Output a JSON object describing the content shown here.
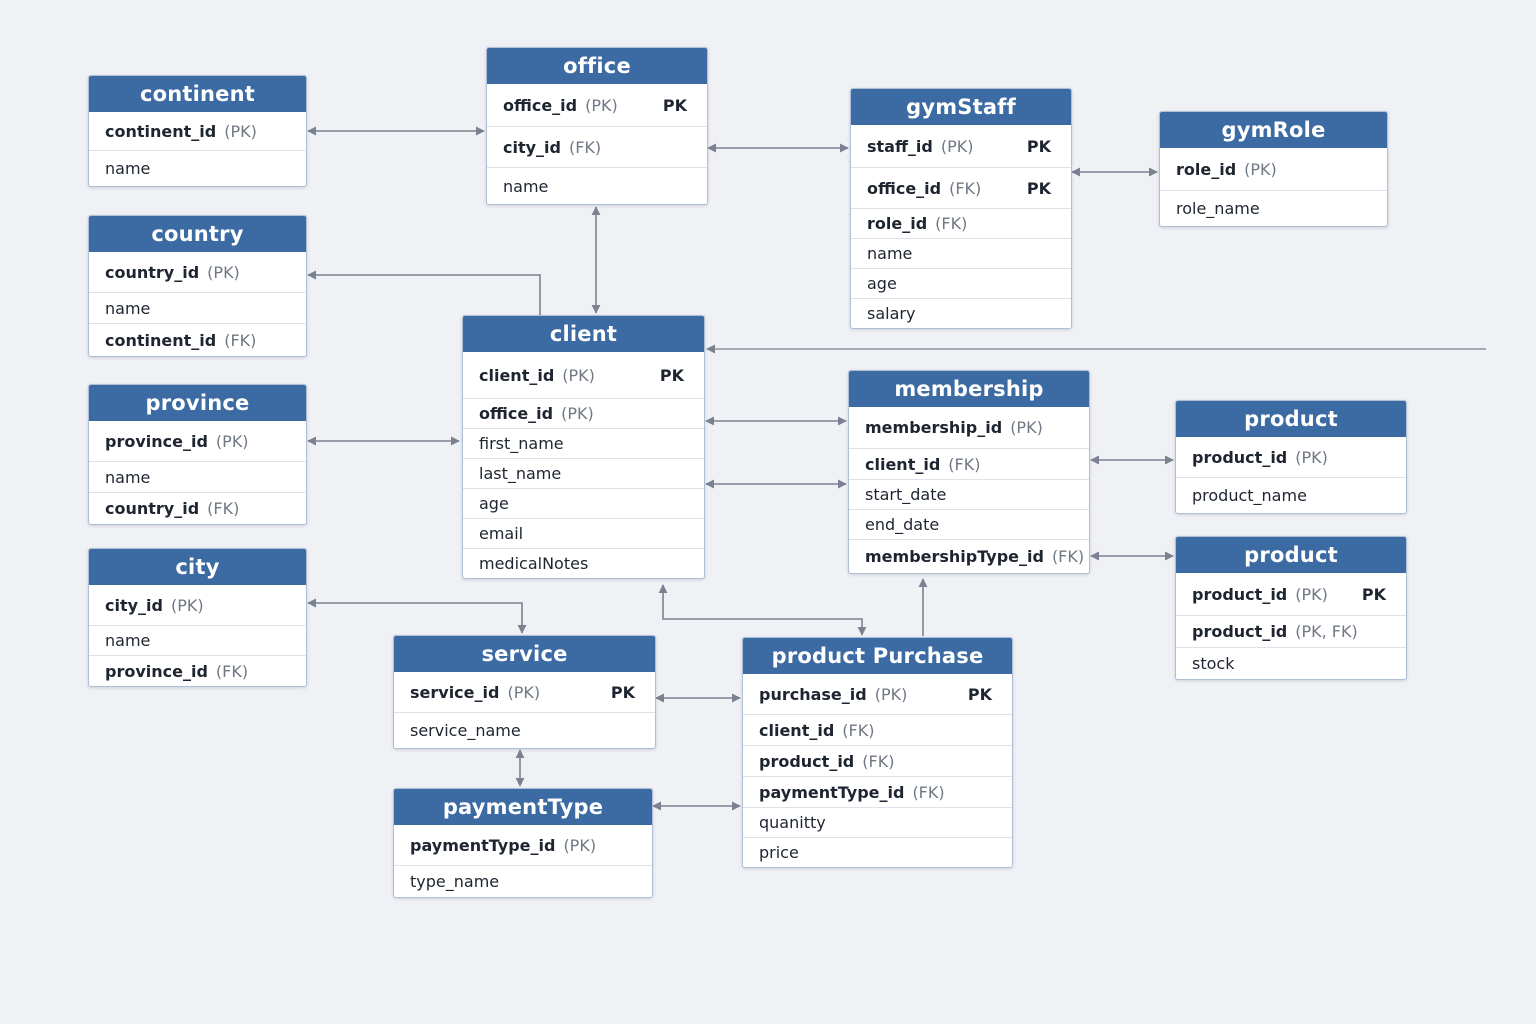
{
  "colors": {
    "background": "#f0f1f5",
    "header": "#3c6aa3",
    "header_text": "#ffffff",
    "connector": "#7b8190"
  },
  "entities": [
    {
      "id": "continent",
      "title": "continent",
      "fields": [
        {
          "name": "continent_id",
          "tag": "(PK)",
          "key": "",
          "bold": true
        },
        {
          "name": "name",
          "tag": "",
          "key": "",
          "bold": false
        }
      ]
    },
    {
      "id": "office",
      "title": "office",
      "fields": [
        {
          "name": "office_id",
          "tag": "(PK)",
          "key": "PK",
          "bold": true
        },
        {
          "name": "city_id",
          "tag": "(FK)",
          "key": "",
          "bold": true
        },
        {
          "name": "name",
          "tag": "",
          "key": "",
          "bold": false
        }
      ]
    },
    {
      "id": "gymstaff",
      "title": "gymStaff",
      "fields": [
        {
          "name": "staff_id",
          "tag": "(PK)",
          "key": "PK",
          "bold": true
        },
        {
          "name": "office_id",
          "tag": "(FK)",
          "key": "PK",
          "bold": true
        },
        {
          "name": "role_id",
          "tag": "(FK)",
          "key": "",
          "bold": true
        },
        {
          "name": "name",
          "tag": "",
          "key": "",
          "bold": false
        },
        {
          "name": "age",
          "tag": "",
          "key": "",
          "bold": false
        },
        {
          "name": "salary",
          "tag": "",
          "key": "",
          "bold": false
        }
      ]
    },
    {
      "id": "gymrole",
      "title": "gymRole",
      "fields": [
        {
          "name": "role_id",
          "tag": "(PK)",
          "key": "",
          "bold": true
        },
        {
          "name": "role_name",
          "tag": "",
          "key": "",
          "bold": false
        }
      ]
    },
    {
      "id": "country",
      "title": "country",
      "fields": [
        {
          "name": "country_id",
          "tag": "(PK)",
          "key": "",
          "bold": true
        },
        {
          "name": "name",
          "tag": "",
          "key": "",
          "bold": false
        },
        {
          "name": "continent_id",
          "tag": "(FK)",
          "key": "",
          "bold": true
        }
      ]
    },
    {
      "id": "client",
      "title": "client",
      "fields": [
        {
          "name": "client_id",
          "tag": "(PK)",
          "key": "PK",
          "bold": true
        },
        {
          "name": "office_id",
          "tag": "(PK)",
          "key": "",
          "bold": true
        },
        {
          "name": "first_name",
          "tag": "",
          "key": "",
          "bold": false
        },
        {
          "name": "last_name",
          "tag": "",
          "key": "",
          "bold": false
        },
        {
          "name": "age",
          "tag": "",
          "key": "",
          "bold": false
        },
        {
          "name": "email",
          "tag": "",
          "key": "",
          "bold": false
        },
        {
          "name": "medicalNotes",
          "tag": "",
          "key": "",
          "bold": false
        }
      ]
    },
    {
      "id": "membership",
      "title": "membership",
      "fields": [
        {
          "name": "membership_id",
          "tag": "(PK)",
          "key": "",
          "bold": true
        },
        {
          "name": "client_id",
          "tag": "(FK)",
          "key": "",
          "bold": true
        },
        {
          "name": "start_date",
          "tag": "",
          "key": "",
          "bold": false
        },
        {
          "name": "end_date",
          "tag": "",
          "key": "",
          "bold": false
        },
        {
          "name": "membershipType_id",
          "tag": "(FK)",
          "key": "",
          "bold": true
        }
      ]
    },
    {
      "id": "product-1",
      "title": "product",
      "fields": [
        {
          "name": "product_id",
          "tag": "(PK)",
          "key": "",
          "bold": true
        },
        {
          "name": "product_name",
          "tag": "",
          "key": "",
          "bold": false
        }
      ]
    },
    {
      "id": "province",
      "title": "province",
      "fields": [
        {
          "name": "province_id",
          "tag": "(PK)",
          "key": "",
          "bold": true
        },
        {
          "name": "name",
          "tag": "",
          "key": "",
          "bold": false
        },
        {
          "name": "country_id",
          "tag": "(FK)",
          "key": "",
          "bold": true
        }
      ]
    },
    {
      "id": "product-2",
      "title": "product",
      "fields": [
        {
          "name": "product_id",
          "tag": "(PK)",
          "key": "PK",
          "bold": true
        },
        {
          "name": "product_id",
          "tag": "(PK, FK)",
          "key": "",
          "bold": true
        },
        {
          "name": "stock",
          "tag": "",
          "key": "",
          "bold": false
        }
      ]
    },
    {
      "id": "city",
      "title": "city",
      "fields": [
        {
          "name": "city_id",
          "tag": "(PK)",
          "key": "",
          "bold": true
        },
        {
          "name": "name",
          "tag": "",
          "key": "",
          "bold": false
        },
        {
          "name": "province_id",
          "tag": "(FK)",
          "key": "",
          "bold": true
        }
      ]
    },
    {
      "id": "service",
      "title": "service",
      "fields": [
        {
          "name": "service_id",
          "tag": "(PK)",
          "key": "PK",
          "bold": true
        },
        {
          "name": "service_name",
          "tag": "",
          "key": "",
          "bold": false
        }
      ]
    },
    {
      "id": "product-purchase",
      "title": "product Purchase",
      "fields": [
        {
          "name": "purchase_id",
          "tag": "(PK)",
          "key": "PK",
          "bold": true
        },
        {
          "name": "client_id",
          "tag": "(FK)",
          "key": "",
          "bold": true
        },
        {
          "name": "product_id",
          "tag": "(FK)",
          "key": "",
          "bold": true
        },
        {
          "name": "paymentType_id",
          "tag": "(FK)",
          "key": "",
          "bold": true
        },
        {
          "name": "quanitty",
          "tag": "",
          "key": "",
          "bold": false
        },
        {
          "name": "price",
          "tag": "",
          "key": "",
          "bold": false
        }
      ]
    },
    {
      "id": "paymenttype",
      "title": "paymentType",
      "fields": [
        {
          "name": "paymentType_id",
          "tag": "(PK)",
          "key": "",
          "bold": true
        },
        {
          "name": "type_name",
          "tag": "",
          "key": "",
          "bold": false
        }
      ]
    }
  ]
}
